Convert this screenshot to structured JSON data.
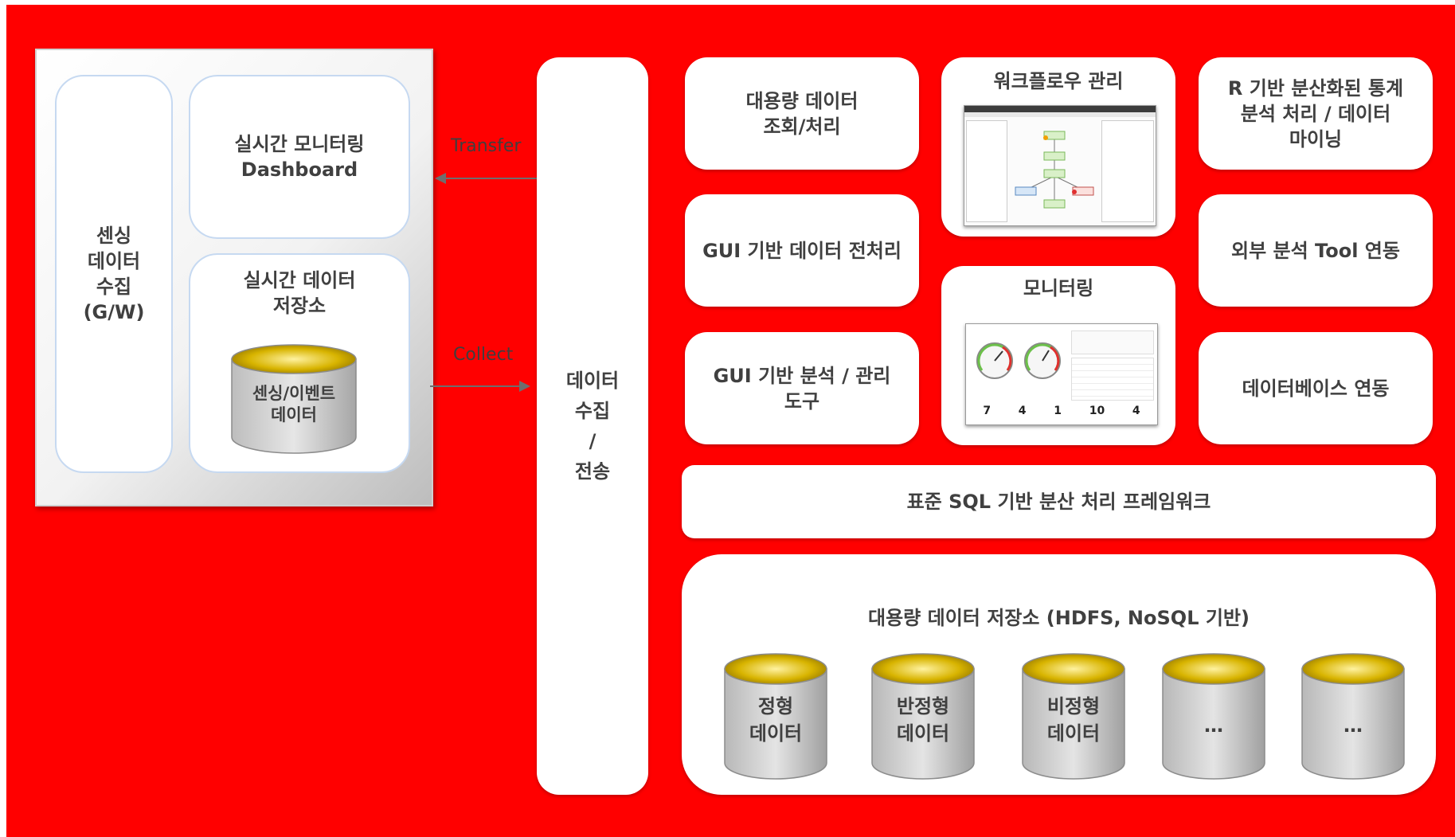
{
  "left_panel": {
    "sensing_gw": "센싱\n데이터\n수집\n(G/W)",
    "monitoring_dashboard": "실시간 모니터링\nDashboard",
    "realtime_storage": "실시간 데이터\n저장소",
    "sensing_event_data": "센싱/이벤트\n데이터"
  },
  "arrows": {
    "transfer": "Transfer",
    "collect": "Collect"
  },
  "collect_transfer": "데이터\n수집\n/\n전송",
  "functions": {
    "bigdata_query": "대용량 데이터\n조회/처리",
    "workflow": "워크플로우 관리",
    "r_analysis": "R 기반 분산화된 통계\n분석 처리 / 데이터\n마이닝",
    "gui_preprocess": "GUI 기반 데이터 전처리",
    "external_tool": "외부 분석 Tool 연동",
    "monitoring": "모니터링",
    "gui_analysis": "GUI 기반 분석 / 관리\n도구",
    "db_link": "데이터베이스 연동"
  },
  "monitoring_counts": [
    "7",
    "4",
    "1",
    "10",
    "4"
  ],
  "sql_framework": "표준 SQL 기반 분산 처리 프레임워크",
  "storage": {
    "title": "대용량 데이터 저장소 (HDFS, NoSQL 기반)",
    "items": [
      "정형\n데이터",
      "반정형\n데이터",
      "비정형\n데이터",
      "…",
      "…"
    ]
  },
  "colors": {
    "background": "#ff0000",
    "box": "#ffffff",
    "text": "#404040",
    "cylinder_top": "#c8a400",
    "cylinder_body": "#c8c8c8",
    "arrow": "#6e6e6e"
  }
}
